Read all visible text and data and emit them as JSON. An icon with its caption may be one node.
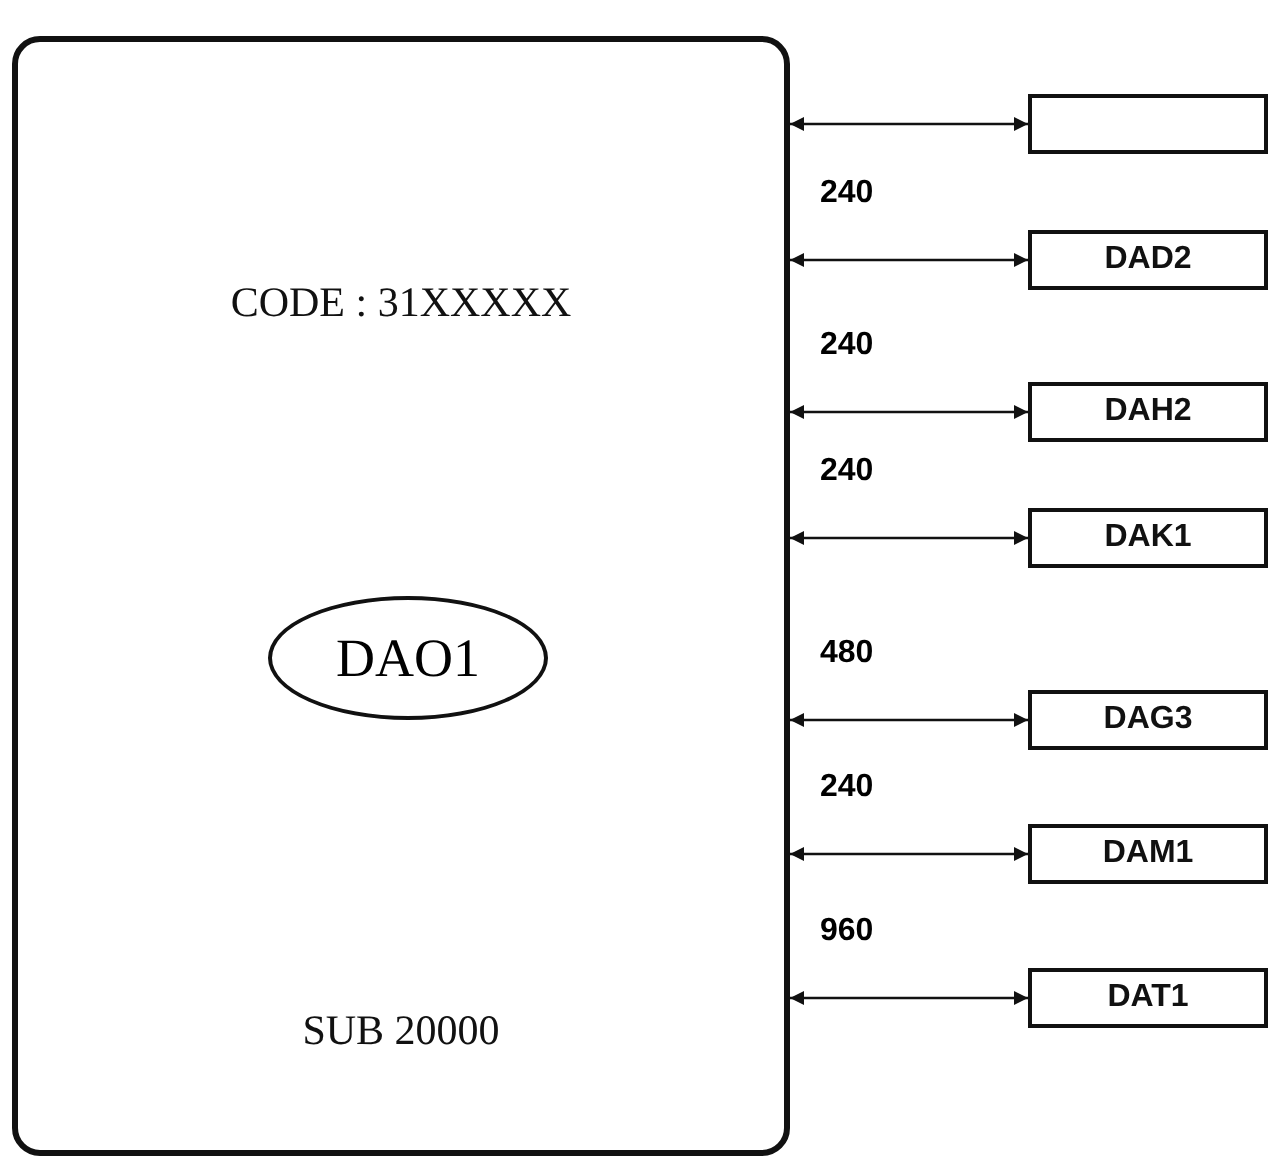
{
  "diagram": {
    "nodes": [
      {
        "text": [
          "CODE : 31XXXXX",
          "SUB 20000"
        ]
      },
      {
        "text": [
          "DAO1"
        ],
        "in": 0
      },
      {
        "text": [],
        "shape": "box"
      },
      {
        "text": [
          "DAD2"
        ]
      },
      {
        "text": [
          "DAH2"
        ]
      },
      {
        "text": [
          "DAK1"
        ]
      },
      {
        "text": [
          "DAG3"
        ]
      },
      {
        "text": [
          "DAM1"
        ]
      },
      {
        "text": [
          "DAT1"
        ]
      }
    ],
    "edges": [
      {
        "from": 0,
        "to": 2,
        "arrow": "both"
      },
      {
        "from": 0,
        "to": 3,
        "arrow": "both",
        "label": "240"
      },
      {
        "from": 0,
        "to": 4,
        "arrow": "both",
        "label": "240"
      },
      {
        "from": 0,
        "to": 5,
        "arrow": "both",
        "label": "240"
      },
      {
        "from": 0,
        "to": 6,
        "arrow": "both",
        "label": "480"
      },
      {
        "from": 0,
        "to": 7,
        "arrow": "both",
        "label": "240"
      },
      {
        "from": 0,
        "to": 8,
        "arrow": "both",
        "label": "960"
      }
    ]
  }
}
